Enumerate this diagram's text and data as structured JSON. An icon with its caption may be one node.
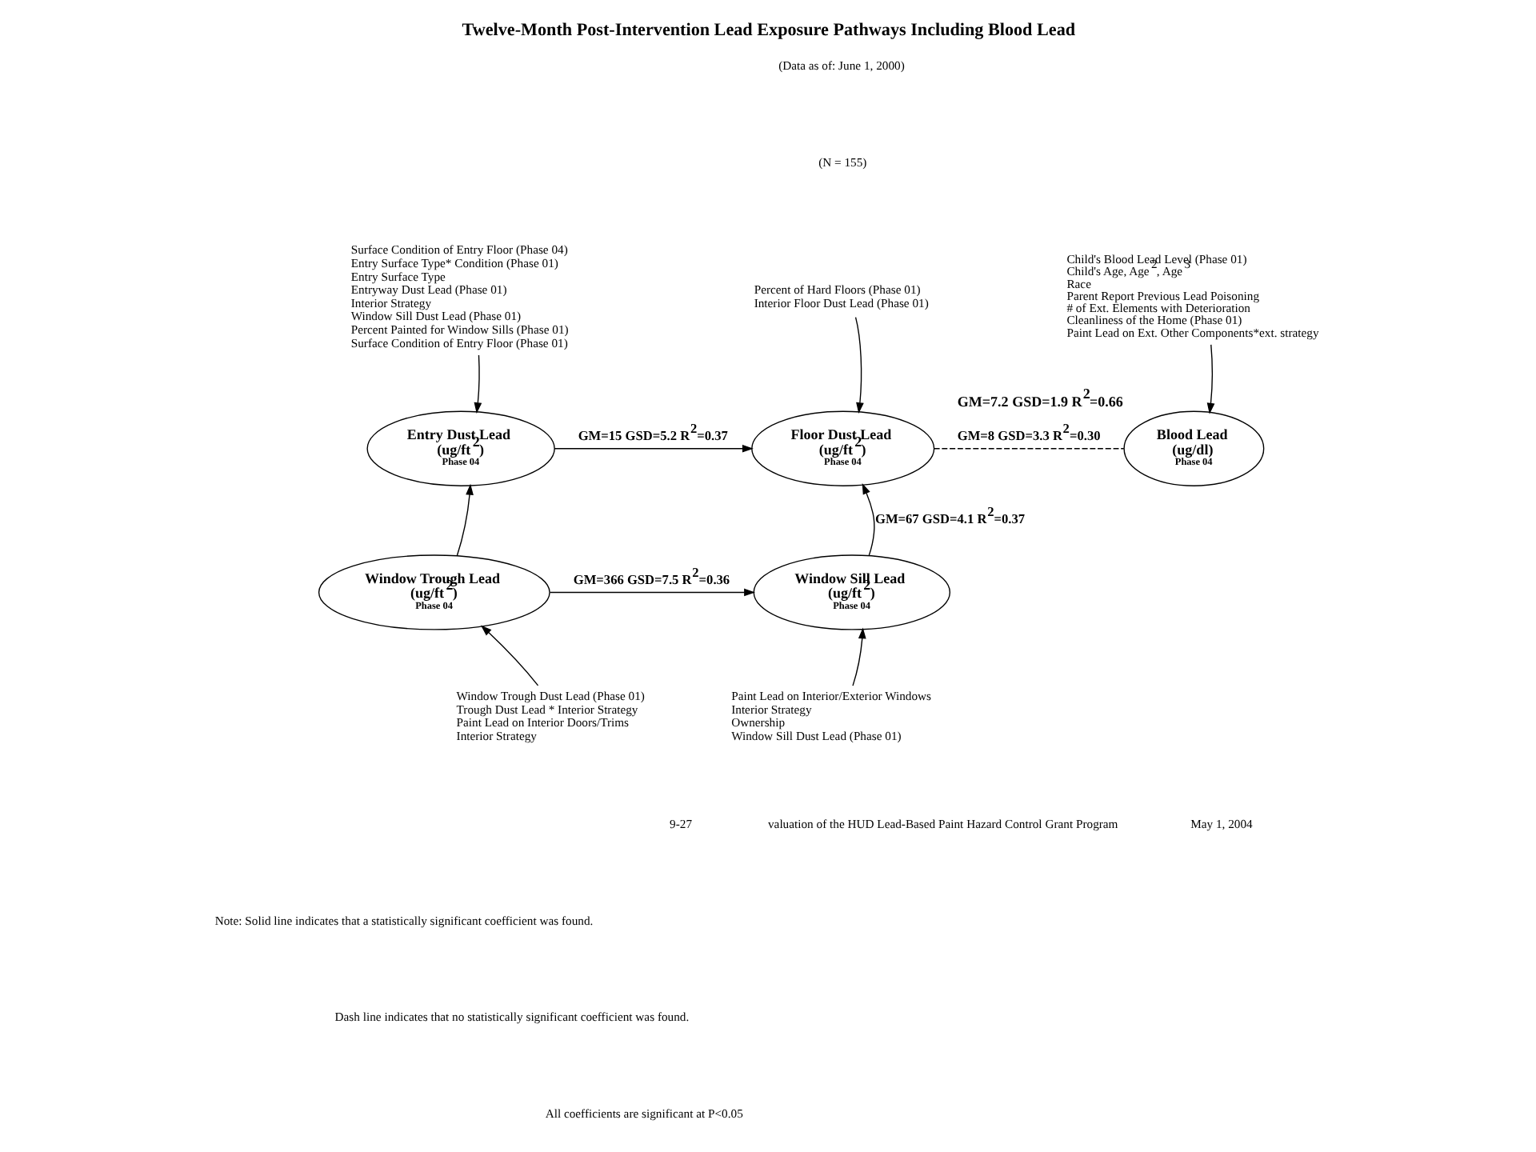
{
  "diagram": {
    "title": "Twelve-Month Post-Intervention Lead Exposure Pathways Including Blood Lead",
    "nodes": [
      {
        "text": [
          "Surface Condition of Entry Floor (Phase 04)",
          "Entry Surface Type* Condition (Phase 01)",
          "Entry Surface Type",
          "Entryway Dust Lead (Phase 01)",
          "Interior Strategy",
          "Window Sill Dust Lead (Phase 01)",
          "Percent Painted for Window Sills (Phase 01)",
          "Surface Condition of Entry Floor (Phase 01)"
        ]
      },
      {
        "text": [
          "Entry Dust Lead",
          "(ug/ft$^{2}$)",
          "Phase 04"
        ]
      },
      {
        "text": [
          "Percent of Hard Floors (Phase 01)",
          "Interior Floor Dust Lead (Phase 01)"
        ]
      },
      {
        "text": [
          "Floor Dust Lead",
          "(ug/ft$^{2}$)",
          "Phase 04"
        ]
      },
      {
        "text": [
          "Child's Blood Lead Level (Phase 01)",
          "Child's Age, Age$^{2}$, Age$^{3}$",
          "Race",
          "Parent Report Previous Lead Poisoning",
          "# of Ext. Elements with Deterioration",
          "Cleanliness of the Home (Phase 01)",
          "Paint Lead on Ext. Other Components*ext. strategy"
        ]
      },
      {
        "text": [
          "Blood Lead",
          "(ug/dl)",
          "Phase 04"
        ],
        "beside": [
          "GM=7.2 GSD=1.9 R$^{2}$=0.66"
        ]
      },
      {
        "text": [
          "Window Trough Lead",
          "(ug/ft$^{2}$)",
          "Phase 04"
        ]
      },
      {
        "text": [
          "Window Sill Lead",
          "(ug/ft$^{2}$)",
          "Phase 04"
        ]
      },
      {
        "text": [
          "Window Trough Dust Lead (Phase 01)",
          "Trough Dust Lead * Interior Strategy",
          "Paint Lead on Interior Doors/Trims",
          "Interior Strategy"
        ]
      },
      {
        "text": [
          "Paint Lead on Interior/Exterior Windows",
          "Interior Strategy",
          "Ownership",
          "Window Sill Dust Lead (Phase 01)"
        ]
      }
    ],
    "edges": [
      {
        "from": 0,
        "to": 1,
        "arrow": "to"
      },
      {
        "from": 2,
        "to": 3,
        "arrow": "to"
      },
      {
        "from": 4,
        "to": 5,
        "arrow": "to"
      },
      {
        "from": 1,
        "to": 3,
        "arrow": "to",
        "label": "GM=15 GSD=5.2 R$^{2}$=0.37"
      },
      {
        "from": 3,
        "to": 5,
        "arrow": "none",
        "style": "dashed",
        "label": "GM=8 GSD=3.3 R$^{2}$=0.30"
      },
      {
        "from": 6,
        "to": 1,
        "arrow": "to"
      },
      {
        "from": 6,
        "to": 7,
        "arrow": "to",
        "label": "GM=366 GSD=7.5 R$^{2}$=0.36"
      },
      {
        "from": 7,
        "to": 3,
        "arrow": "to",
        "label": "GM=67 GSD=4.1 R$^{2}$=0.37"
      },
      {
        "from": 8,
        "to": 6,
        "arrow": "to"
      },
      {
        "from": 9,
        "to": 7,
        "arrow": "to"
      }
    ],
    "labels": [
      "(Data as of: June 1, 2000)",
      "(N = 155)",
      "9-27",
      "valuation of the HUD Lead-Based Paint Hazard Control Grant Program",
      "May 1, 2004",
      "Note: Solid line indicates that a statistically significant coefficient was found.",
      "Dash line indicates that no statistically significant coefficient was found.",
      "All coefficients are significant at P<0.05"
    ]
  }
}
